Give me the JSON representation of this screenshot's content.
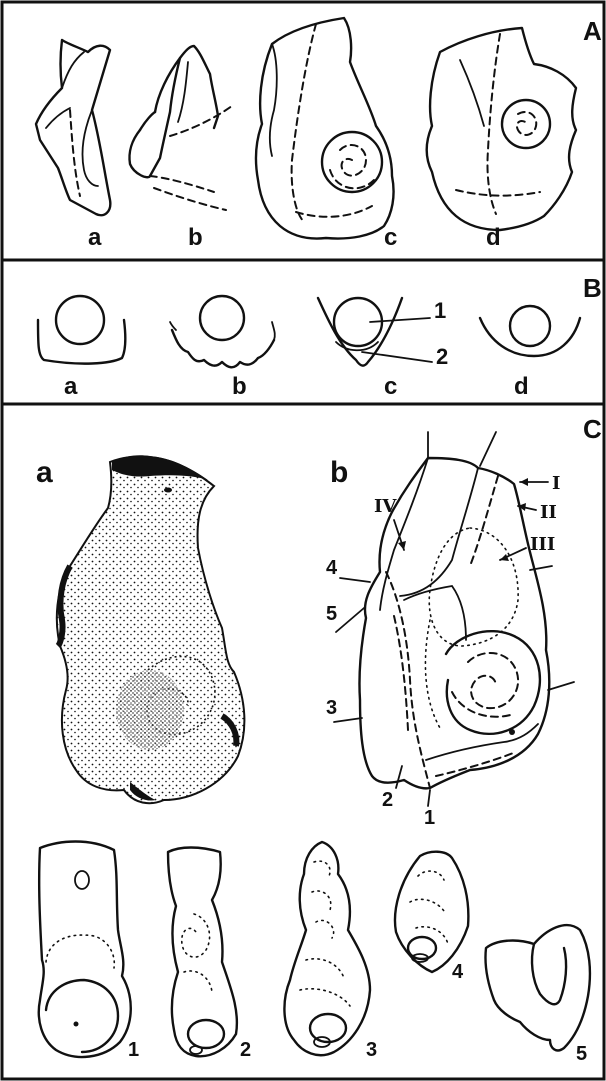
{
  "panels": {
    "A": {
      "title": "A",
      "figures": [
        "a",
        "b",
        "c",
        "d"
      ]
    },
    "B": {
      "title": "B",
      "figures": [
        "a",
        "b",
        "c",
        "d"
      ],
      "callouts": [
        "1",
        "2"
      ]
    },
    "C": {
      "title": "C",
      "figures": [
        "a",
        "b"
      ],
      "roman_labels": [
        "I",
        "II",
        "III",
        "IV"
      ],
      "side_numbers": [
        "4",
        "5",
        "3",
        "2",
        "1"
      ],
      "sections": [
        "1",
        "2",
        "3",
        "4",
        "5"
      ]
    }
  }
}
